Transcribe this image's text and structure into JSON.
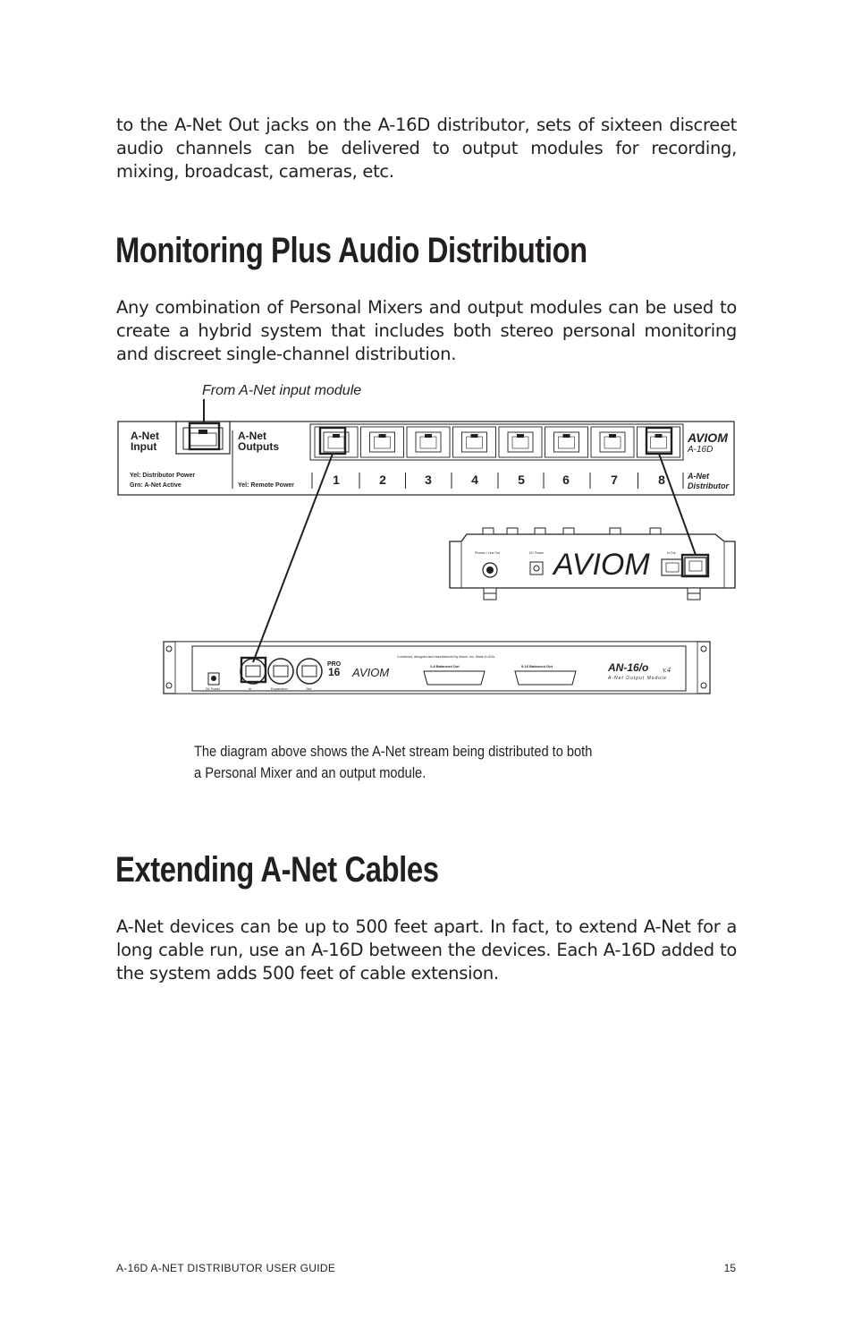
{
  "page": {
    "intro_paragraph": "to the A-Net Out jacks on the A-16D distributor, sets of sixteen discreet audio channels can be delivered to output modules for recording, mixing, broadcast, cameras, etc.",
    "section1": {
      "heading": "Monitoring Plus Audio Distribution",
      "paragraph": "Any combination of Personal Mixers and output modules can be used to create a hybrid system that includes both stereo personal monitoring and discreet single-channel distribution."
    },
    "diagram": {
      "callout": "From A-Net input module",
      "a16d": {
        "input_label_1": "A-Net",
        "input_label_2": "Input",
        "outputs_label_1": "A-Net",
        "outputs_label_2": "Outputs",
        "led_yel": "Yel: Distributor Power",
        "led_grn": "Grn: A-Net Active",
        "remote_power": "Yel: Remote Power",
        "port_numbers": [
          "1",
          "2",
          "3",
          "4",
          "5",
          "6",
          "7",
          "8"
        ],
        "brand": "AVIOM",
        "model": "A-16D",
        "product_line_1": "A-Net",
        "product_line_2": "Distributor"
      },
      "mixer": {
        "brand": "AVIOM",
        "label_phones": "Phones / Line Out",
        "label_dc": "DC Power",
        "label_io": "In   Out"
      },
      "output_module": {
        "made_in": "Conceived, designed and manufactured by Aviom, Inc.   Made in USA.",
        "pro_1": "PRO",
        "pro_2": "16",
        "brand": "AVIOM",
        "out_1_8": "1-8  Balanced Out",
        "out_9_16": "9-16  Balanced Out",
        "model": "AN-16/o",
        "version": "v.4",
        "subtitle": "A-Net Output Module",
        "jack_in": "In",
        "jack_exp": "Expansion",
        "jack_out": "Out",
        "dc_label": "DC Power"
      }
    },
    "caption": "The diagram above shows the A-Net stream being distributed to both a Personal Mixer and an output module.",
    "section2": {
      "heading": "Extending A-Net Cables",
      "paragraph": "A-Net devices can be up to 500 feet apart. In fact, to extend A-Net for a long cable run, use an A-16D between the devices. Each A-16D added to the system adds 500 feet of cable extension."
    },
    "footer": {
      "left": "A-16D A-NET DISTRIBUTOR USER GUIDE",
      "right": "15"
    }
  }
}
